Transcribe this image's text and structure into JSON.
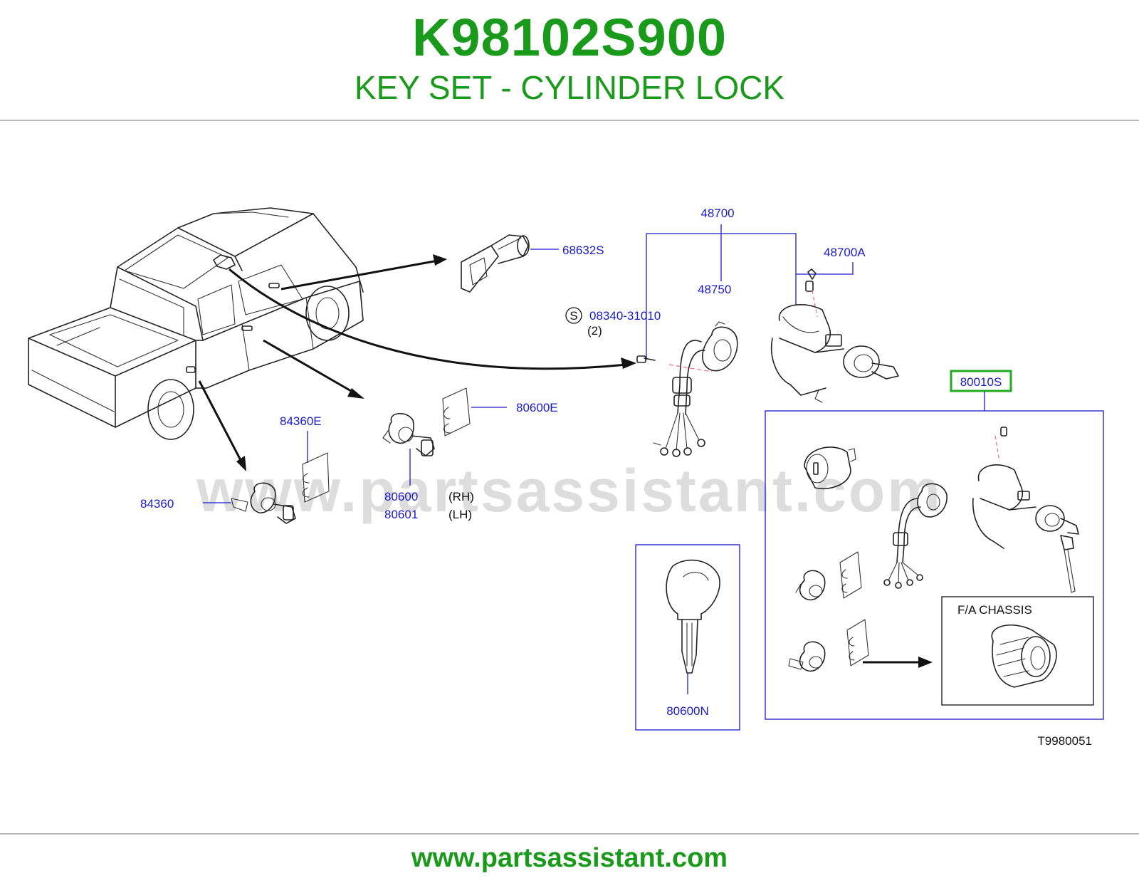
{
  "header": {
    "part_number": "K98102S900",
    "title": "KEY SET - CYLINDER LOCK"
  },
  "diagram": {
    "labels": {
      "p68632S": "68632S",
      "p48700": "48700",
      "p48700A": "48700A",
      "p48750": "48750",
      "s_symbol": "S",
      "p08340": "08340-31010",
      "qty2": "(2)",
      "p80010S": "80010S",
      "p80600E": "80600E",
      "p84360E": "84360E",
      "p84360": "84360",
      "p80600": "80600",
      "rh": "(RH)",
      "p80601": "80601",
      "lh": "(LH)",
      "p80600N": "80600N",
      "fa_chassis": "F/A   CHASSIS",
      "drawing_code": "T9980051"
    },
    "watermark": "www.partsassistant.com"
  },
  "footer": {
    "url": "www.partsassistant.com"
  },
  "colors": {
    "brand_green": "#1a9a1a",
    "label_blue": "#1a1acc",
    "highlight_green": "#22aa22",
    "line_dark": "#222222",
    "watermark_gray": "#dddddd"
  }
}
